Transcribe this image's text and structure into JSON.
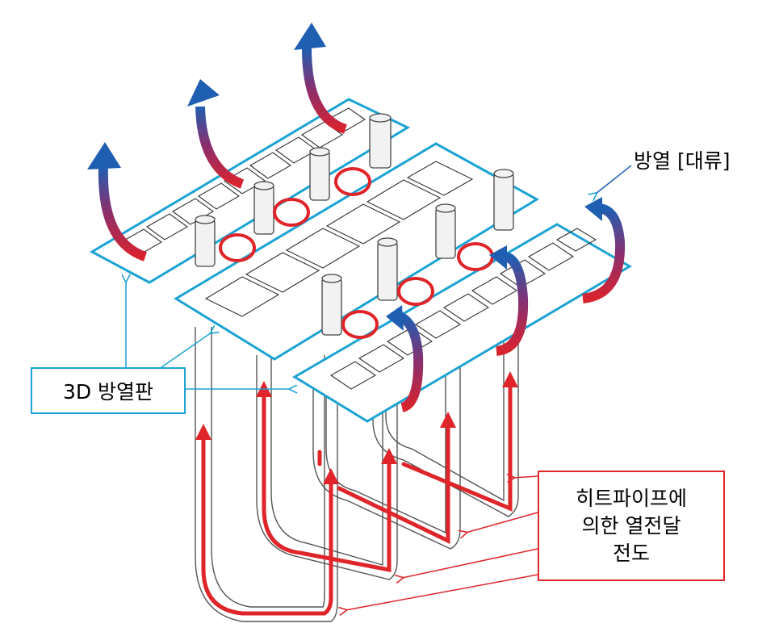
{
  "labels": {
    "fin": "3D 방열판",
    "convection": "방열 [대류]",
    "heatpipe_lines": [
      "히트파이프에",
      "의한 열전달",
      "전도"
    ]
  },
  "colors": {
    "fin_outline": "#1ba3d3",
    "flow_arrow": "#e0252a",
    "hot": "#d8232e",
    "cool": "#1f5fb2",
    "structure": "#333333"
  },
  "icons": [
    "heat-pipe",
    "fin-plate",
    "heat-rise-arrow",
    "terminal-pin",
    "contact-ring"
  ]
}
